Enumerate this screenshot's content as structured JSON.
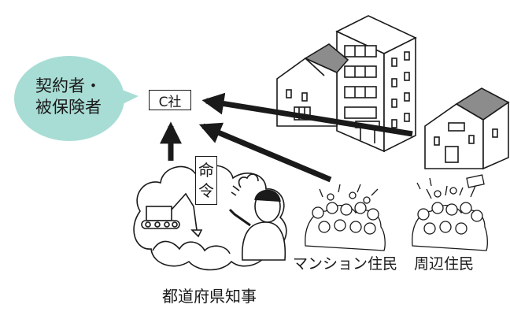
{
  "bubble": {
    "line1": "契約者・",
    "line2": "被保険者",
    "color": "#a8ddd5"
  },
  "company": {
    "label": "C社"
  },
  "order": {
    "line1": "命",
    "line2": "令"
  },
  "groups": {
    "mansion_residents": "マンション住民",
    "neighbor_residents": "周辺住民"
  },
  "governor": "都道府県知事",
  "colors": {
    "ink": "#1a1a1a",
    "roof": "#8c8c8c",
    "bubble": "#a8ddd5"
  }
}
